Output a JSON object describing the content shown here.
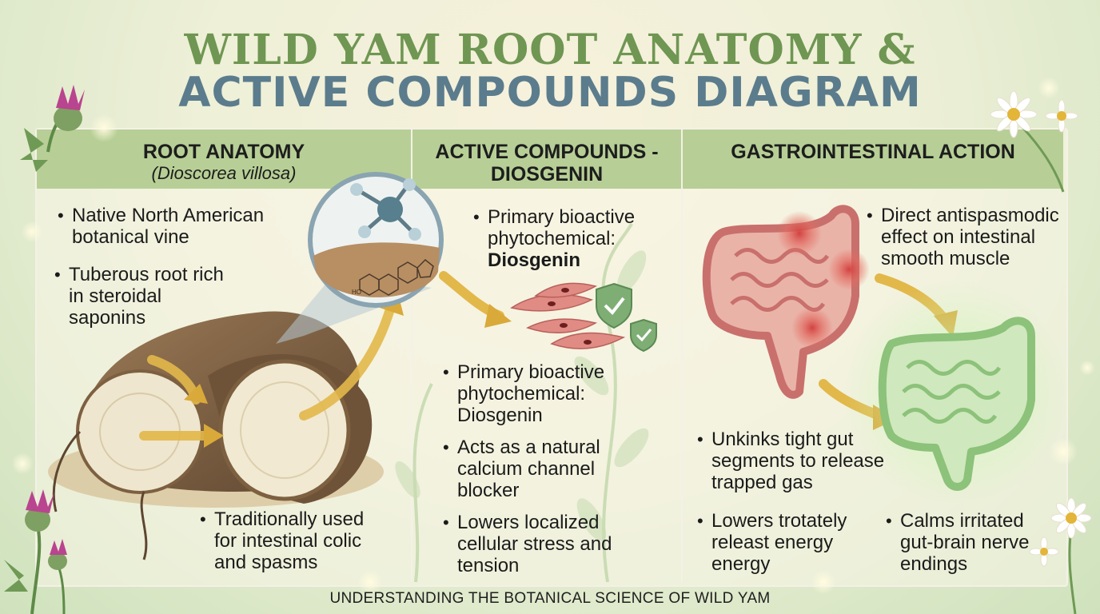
{
  "title": {
    "line1": "WILD YAM ROOT ANATOMY &",
    "line2": "ACTIVE COMPOUNDS DIAGRAM"
  },
  "columns": {
    "root": {
      "heading": "ROOT ANATOMY",
      "subheading": "(Dioscorea villosa)",
      "bullets": [
        "Native North American botanical vine",
        "Tuberous root rich in steroidal saponins",
        "Traditionally used for intestinal colic and spasms"
      ]
    },
    "compounds": {
      "heading": "ACTIVE COMPOUNDS - DIOSGENIN",
      "bullet1_prefix": "Primary bioactive phytochemical:",
      "bullet1_bold": "Diosgenin",
      "bullets": [
        "Primary bioactive phytochemical: Diosgenin",
        "Acts as a natural calcium channel blocker",
        "Lowers localized cellular stress and tension"
      ]
    },
    "gi": {
      "heading": "GASTROINTESTINAL ACTION",
      "bullets": [
        "Direct antispasmodic effect on intestinal smooth muscle",
        "Unkinks tight gut segments to release trapped gas",
        "Lowers trotately releast energy energy",
        "Calms irritated gut-brain nerve endings"
      ]
    }
  },
  "molecule_label": "HO",
  "footer": "UNDERSTANDING THE BOTANICAL SCIENCE OF WILD YAM",
  "colors": {
    "title_green": "#6f9652",
    "title_blue": "#5b7c8c",
    "header_band": "#b7cf96",
    "arrow_gold": "#e2b84a",
    "gut_red": "#e38a86",
    "gut_green": "#9fd48a"
  }
}
